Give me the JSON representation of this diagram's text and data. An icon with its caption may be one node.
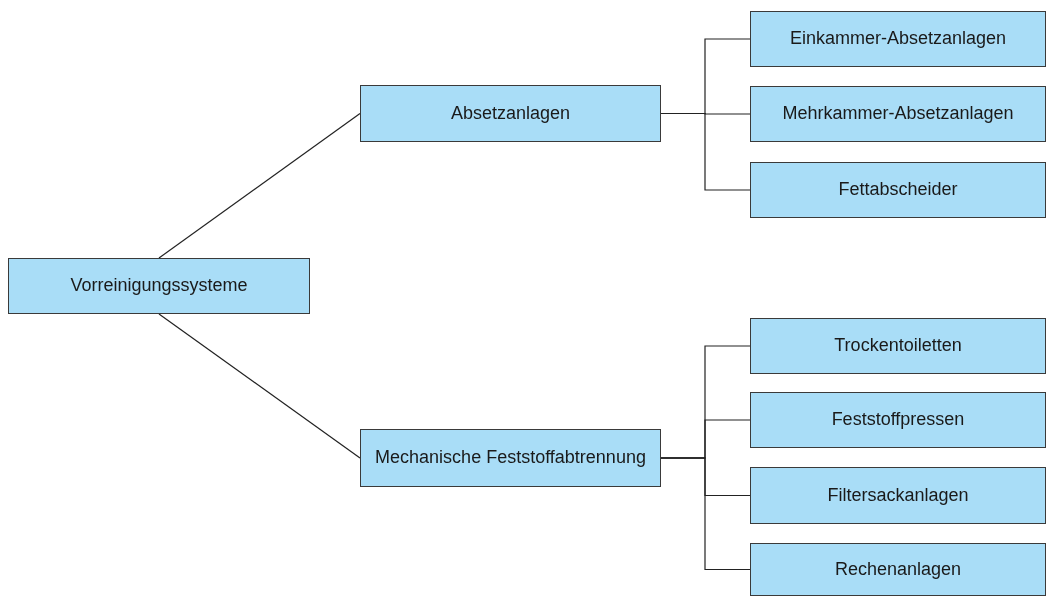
{
  "diagram": {
    "nodes": [
      {
        "text": [
          "Vorreinigungssysteme"
        ]
      },
      {
        "text": [
          "Absetzanlagen"
        ]
      },
      {
        "text": [
          "Einkammer-Absetzanlagen"
        ]
      },
      {
        "text": [
          "Mehrkammer-Absetzanlagen"
        ]
      },
      {
        "text": [
          "Fettabscheider"
        ]
      },
      {
        "text": [
          "Mechanische Feststoffabtrennung"
        ]
      },
      {
        "text": [
          "Trockentoiletten"
        ]
      },
      {
        "text": [
          "Feststoffpressen"
        ]
      },
      {
        "text": [
          "Filtersackanlagen"
        ]
      },
      {
        "text": [
          "Rechenanlagen"
        ]
      }
    ],
    "edges": [
      {
        "from": 0,
        "to": 1,
        "arrow": "none"
      },
      {
        "from": 0,
        "to": 5,
        "arrow": "none"
      },
      {
        "from": 1,
        "to": 2,
        "arrow": "none"
      },
      {
        "from": 1,
        "to": 3,
        "arrow": "none"
      },
      {
        "from": 1,
        "to": 4,
        "arrow": "none"
      },
      {
        "from": 5,
        "to": 6,
        "arrow": "none"
      },
      {
        "from": 5,
        "to": 7,
        "arrow": "none"
      },
      {
        "from": 5,
        "to": 8,
        "arrow": "none"
      },
      {
        "from": 5,
        "to": 9,
        "arrow": "none"
      }
    ]
  }
}
